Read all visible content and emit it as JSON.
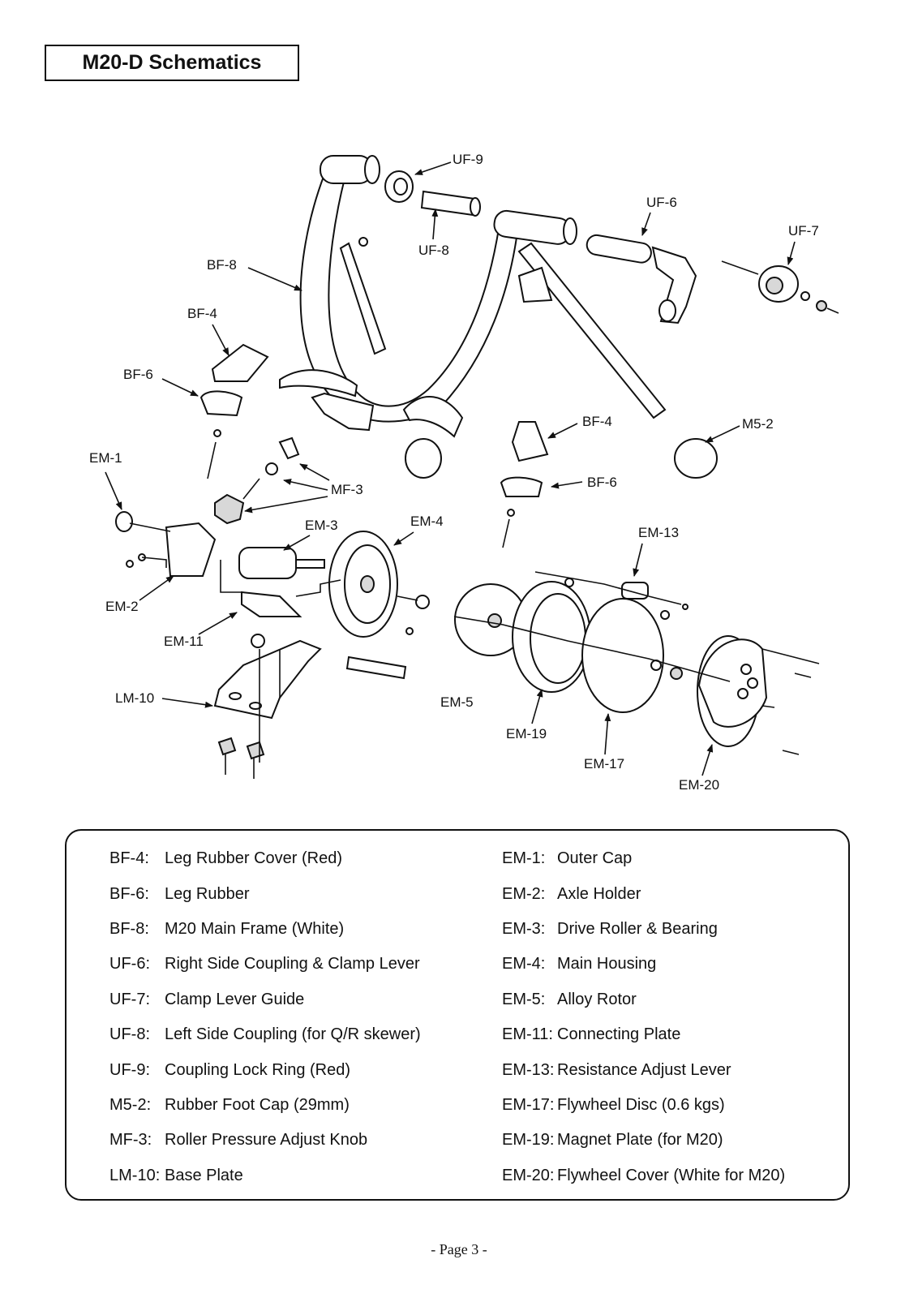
{
  "title": "M20-D Schematics",
  "callouts": {
    "uf9": "UF-9",
    "uf6": "UF-6",
    "uf7": "UF-7",
    "uf8": "UF-8",
    "bf8": "BF-8",
    "bf4_left": "BF-4",
    "bf6_left": "BF-6",
    "bf4_right": "BF-4",
    "bf6_right": "BF-6",
    "m52": "M5-2",
    "em1": "EM-1",
    "mf3": "MF-3",
    "em3": "EM-3",
    "em4": "EM-4",
    "em13": "EM-13",
    "em2": "EM-2",
    "em11": "EM-11",
    "lm10": "LM-10",
    "em5": "EM-5",
    "em19": "EM-19",
    "em17": "EM-17",
    "em20": "EM-20"
  },
  "legend": {
    "left": [
      {
        "code": "BF-4:",
        "desc": "Leg Rubber Cover (Red)"
      },
      {
        "code": "BF-6:",
        "desc": "Leg Rubber"
      },
      {
        "code": "BF-8:",
        "desc": "M20 Main Frame (White)"
      },
      {
        "code": "UF-6:",
        "desc": "Right Side Coupling & Clamp Lever"
      },
      {
        "code": "UF-7:",
        "desc": "Clamp Lever Guide"
      },
      {
        "code": "UF-8:",
        "desc": "Left Side Coupling (for Q/R skewer)"
      },
      {
        "code": "UF-9:",
        "desc": "Coupling Lock Ring (Red)"
      },
      {
        "code": "M5-2:",
        "desc": "Rubber Foot Cap (29mm)"
      },
      {
        "code": "MF-3:",
        "desc": "Roller Pressure Adjust Knob"
      },
      {
        "code": "LM-10:",
        "desc": "Base Plate"
      }
    ],
    "right": [
      {
        "code": "EM-1:",
        "desc": "Outer Cap"
      },
      {
        "code": "EM-2:",
        "desc": "Axle Holder"
      },
      {
        "code": "EM-3:",
        "desc": "Drive Roller & Bearing"
      },
      {
        "code": "EM-4:",
        "desc": "Main Housing"
      },
      {
        "code": "EM-5:",
        "desc": "Alloy Rotor"
      },
      {
        "code": "EM-11:",
        "desc": "Connecting Plate"
      },
      {
        "code": "EM-13:",
        "desc": "Resistance Adjust Lever"
      },
      {
        "code": "EM-17:",
        "desc": "Flywheel Disc (0.6 kgs)"
      },
      {
        "code": "EM-19:",
        "desc": "Magnet Plate (for M20)"
      },
      {
        "code": "EM-20:",
        "desc": "Flywheel Cover (White for M20)"
      }
    ]
  },
  "page_number": "- Page 3 -"
}
